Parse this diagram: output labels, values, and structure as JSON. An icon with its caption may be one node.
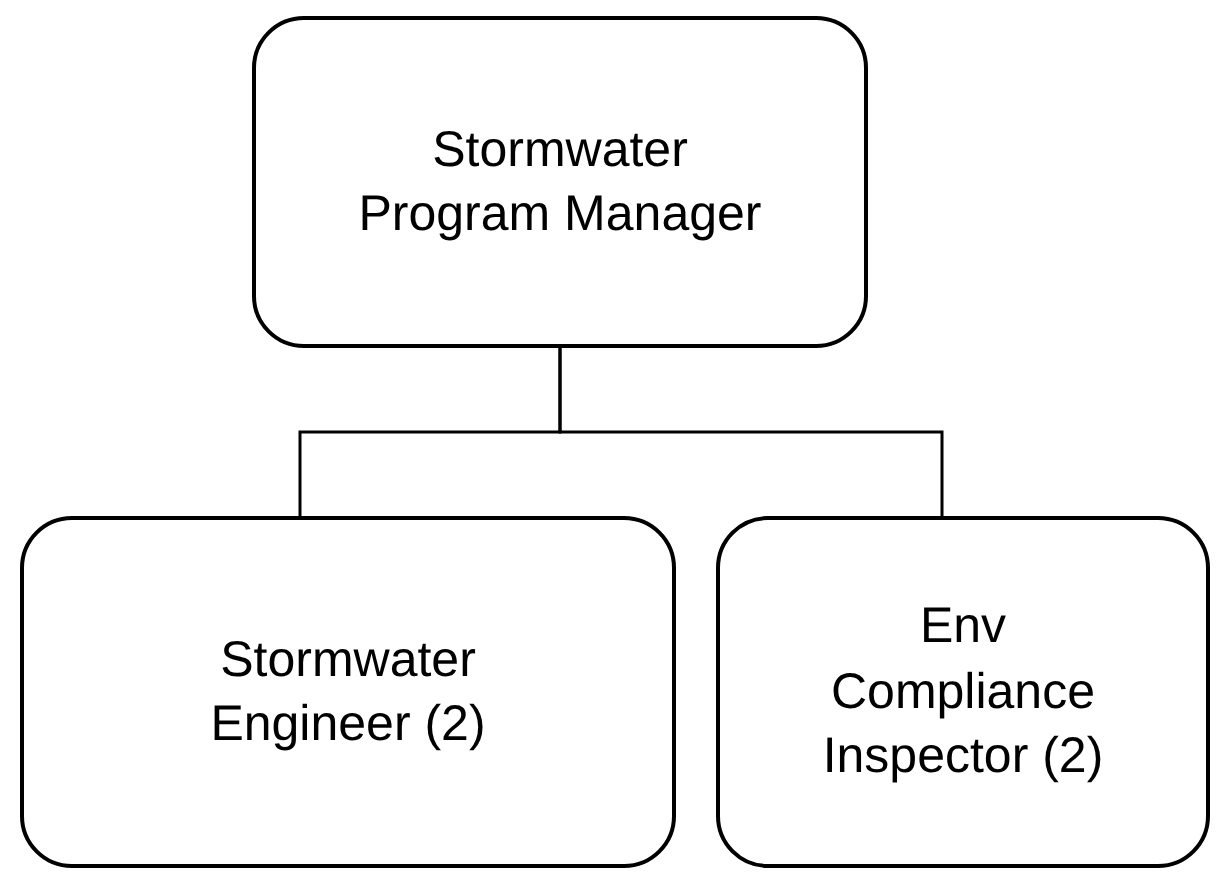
{
  "diagram": {
    "nodes": [
      {
        "text": [
          "Stormwater Program Manager"
        ]
      },
      {
        "text": [
          "Stormwater Engineer (2)"
        ]
      },
      {
        "text": [
          "Env Compliance Inspector (2)"
        ]
      }
    ],
    "edges": [
      {
        "from": 0,
        "to": 1,
        "arrow": "none"
      },
      {
        "from": 0,
        "to": 2,
        "arrow": "none"
      }
    ]
  }
}
